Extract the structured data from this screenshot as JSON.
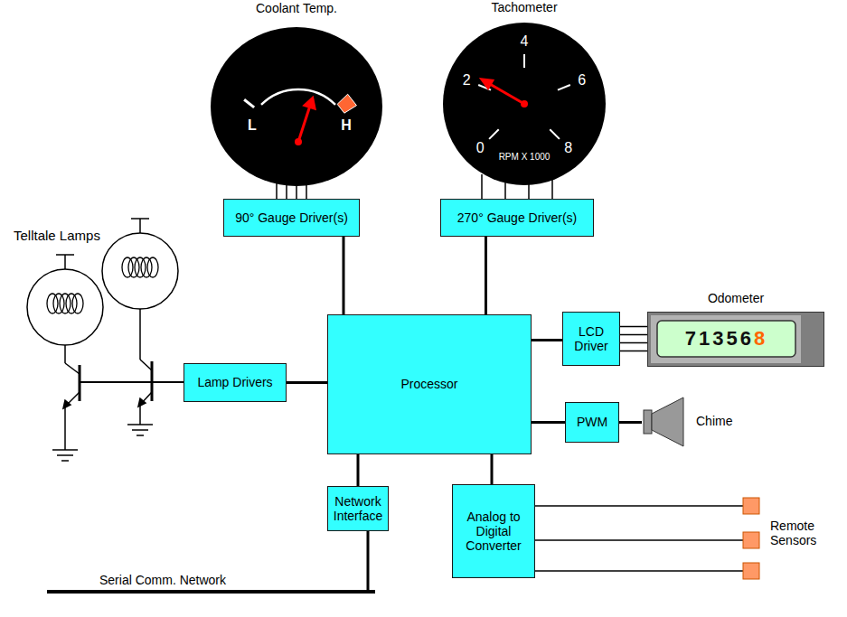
{
  "diagram": {
    "nodes": [
      {
        "text": [
          "Coolant Temp.",
          "L",
          "H"
        ]
      },
      {
        "text": [
          "Tachometer",
          "0",
          "2",
          "4",
          "6",
          "8",
          "RPM X 1000"
        ]
      },
      {
        "text": [
          "90° Gauge Driver(s)"
        ]
      },
      {
        "text": [
          "270° Gauge Driver(s)"
        ]
      },
      {
        "text": [
          "Lamp Drivers"
        ]
      },
      {
        "text": [
          "Processor"
        ]
      },
      {
        "text": [
          "LCD Driver"
        ]
      },
      {
        "text": [
          "Odometer",
          "713568"
        ]
      },
      {
        "text": [
          "PWM"
        ]
      },
      {
        "text": [
          "Chime"
        ]
      },
      {
        "text": [
          "Network Interface"
        ]
      },
      {
        "text": [
          "Analog to Digital Converter"
        ]
      }
    ],
    "edges": [
      {
        "from": 2,
        "to": 0,
        "arrow": "none"
      },
      {
        "from": 3,
        "to": 1,
        "arrow": "none"
      },
      {
        "from": 5,
        "to": 2,
        "arrow": "none"
      },
      {
        "from": 5,
        "to": 3,
        "arrow": "none"
      },
      {
        "from": 5,
        "to": 4,
        "arrow": "none"
      },
      {
        "from": 5,
        "to": 6,
        "arrow": "none"
      },
      {
        "from": 6,
        "to": 7,
        "arrow": "none"
      },
      {
        "from": 5,
        "to": 8,
        "arrow": "none"
      },
      {
        "from": 8,
        "to": 9,
        "arrow": "none"
      },
      {
        "from": 5,
        "to": 10,
        "arrow": "none"
      },
      {
        "from": 5,
        "to": 11,
        "arrow": "none"
      }
    ],
    "labels": [
      "Telltale Lamps",
      "Serial Comm. Network",
      "Remote Sensors"
    ]
  }
}
